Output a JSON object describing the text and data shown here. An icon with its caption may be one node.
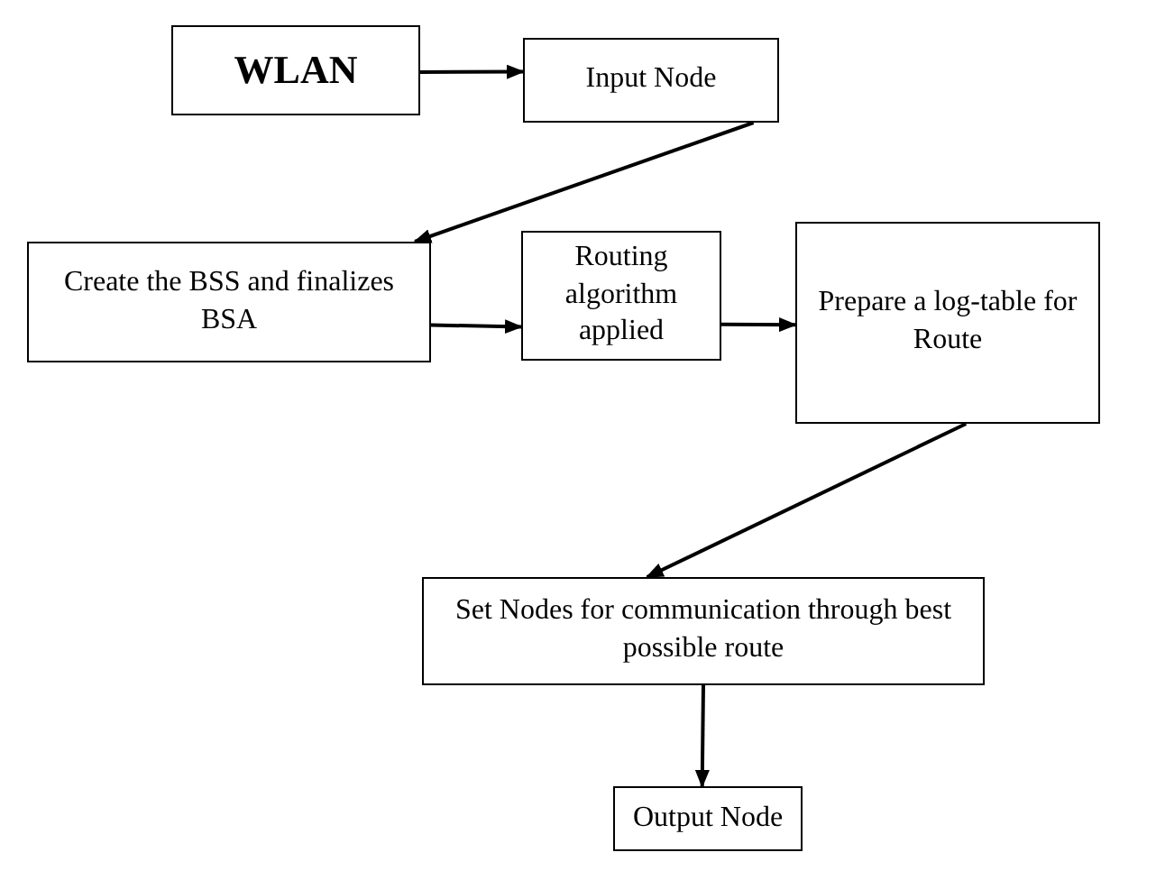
{
  "diagram": {
    "nodes": [
      {
        "text": [
          "WLAN"
        ]
      },
      {
        "text": [
          "Input Node"
        ]
      },
      {
        "text": [
          "Create the BSS and finalizes BSA"
        ]
      },
      {
        "text": [
          "Routing algorithm applied"
        ]
      },
      {
        "text": [
          "Prepare a log-table for Route"
        ]
      },
      {
        "text": [
          "Set Nodes for communication through best possible route"
        ]
      },
      {
        "text": [
          "Output Node"
        ]
      }
    ],
    "edges": [
      {
        "from": 0,
        "to": 1,
        "arrow": "to"
      },
      {
        "from": 1,
        "to": 2,
        "arrow": "to"
      },
      {
        "from": 2,
        "to": 3,
        "arrow": "to"
      },
      {
        "from": 3,
        "to": 4,
        "arrow": "to"
      },
      {
        "from": 4,
        "to": 5,
        "arrow": "to"
      },
      {
        "from": 5,
        "to": 6,
        "arrow": "to"
      }
    ]
  }
}
